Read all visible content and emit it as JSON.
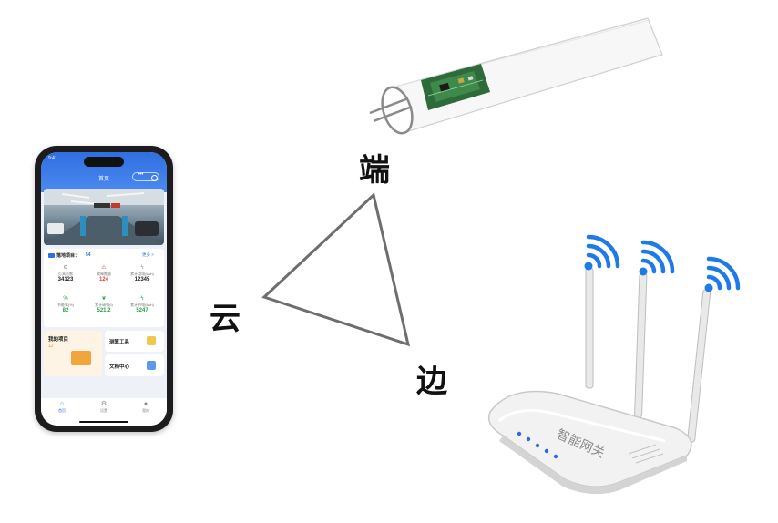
{
  "labels": {
    "cloud": "云",
    "end": "端",
    "edge": "边",
    "gateway": "智能网关"
  },
  "phone": {
    "time": "9:41",
    "title": "首页",
    "section_title": "落地项目：",
    "section_count": "54",
    "more": "更多 >",
    "stats": [
      {
        "label": "灯具总数",
        "value": "34123",
        "color": "#222222",
        "icon": "gear"
      },
      {
        "label": "故障数量",
        "value": "124",
        "color": "#e03b3b",
        "icon": "warning"
      },
      {
        "label": "累计用电(kwh)",
        "value": "12345",
        "color": "#222222",
        "icon": "bolt"
      },
      {
        "label": "节能率(%)",
        "value": "82",
        "color": "#2a9d4a",
        "icon": "percent"
      },
      {
        "label": "累计碳排(t)",
        "value": "521.2",
        "color": "#2a9d4a",
        "icon": "leaf"
      },
      {
        "label": "累计节电(kwh)",
        "value": "5247",
        "color": "#2a9d4a",
        "icon": "bolt"
      }
    ],
    "my_projects_label": "我的项目",
    "my_projects_count": "12",
    "tool1": "测算工具",
    "tool2": "文档中心",
    "tabs": [
      "首页",
      "设置",
      "我的"
    ]
  },
  "colors": {
    "accent": "#2f6fe0",
    "wifi": "#1e7be6",
    "triangle": "#6e6e6e"
  }
}
